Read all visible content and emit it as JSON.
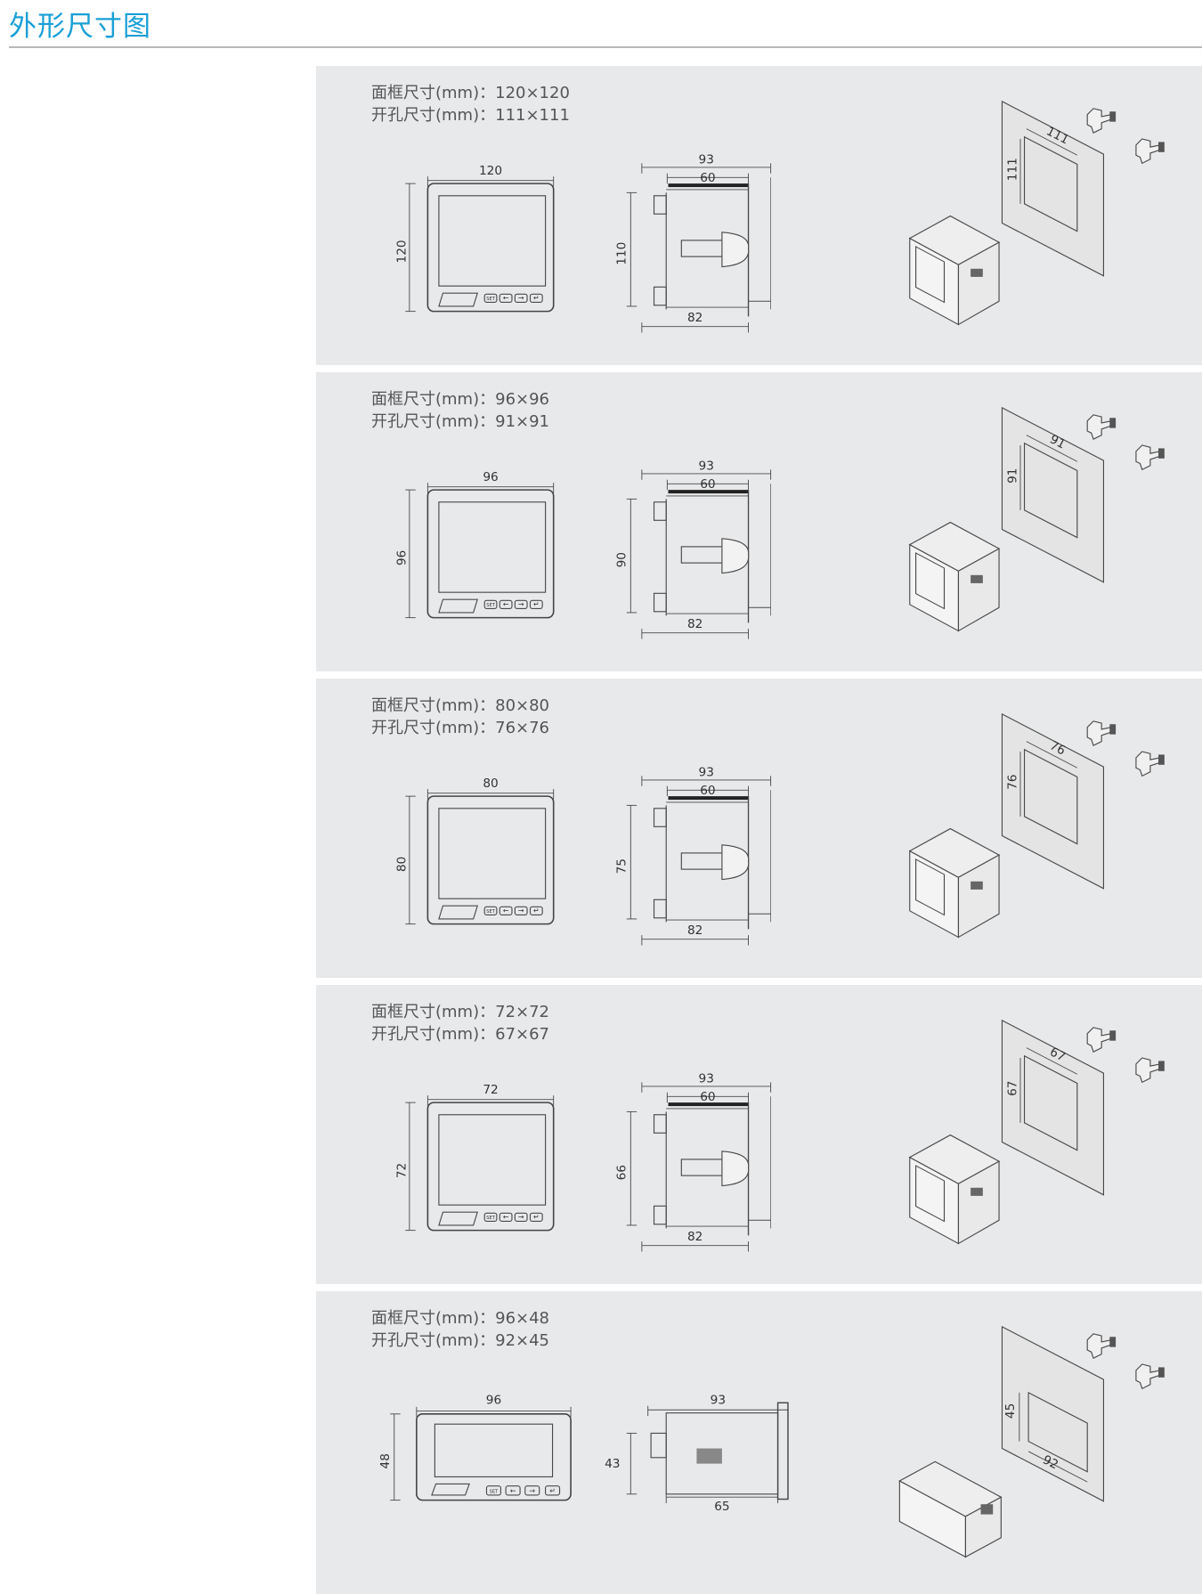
{
  "page_title": "外形尺寸图",
  "button_labels": [
    "SET",
    "←",
    "→",
    "↵"
  ],
  "panels": [
    {
      "frame": "面框尺寸(mm)：120×120",
      "cutout": "开孔尺寸(mm)：111×111",
      "front_w": "120",
      "front_h": "120",
      "side_depth": "93",
      "side_inner": "60",
      "side_body": "82",
      "side_h": "110",
      "cut_w": "111",
      "cut_h": "111",
      "kind": "square"
    },
    {
      "frame": "面框尺寸(mm)：96×96",
      "cutout": "开孔尺寸(mm)：91×91",
      "front_w": "96",
      "front_h": "96",
      "side_depth": "93",
      "side_inner": "60",
      "side_body": "82",
      "side_h": "90",
      "cut_w": "91",
      "cut_h": "91",
      "kind": "square"
    },
    {
      "frame": "面框尺寸(mm)：80×80",
      "cutout": "开孔尺寸(mm)：76×76",
      "front_w": "80",
      "front_h": "80",
      "side_depth": "93",
      "side_inner": "60",
      "side_body": "82",
      "side_h": "75",
      "cut_w": "76",
      "cut_h": "76",
      "kind": "square"
    },
    {
      "frame": "面框尺寸(mm)：72×72",
      "cutout": "开孔尺寸(mm)：67×67",
      "front_w": "72",
      "front_h": "72",
      "side_depth": "93",
      "side_inner": "60",
      "side_body": "82",
      "side_h": "66",
      "cut_w": "67",
      "cut_h": "67",
      "kind": "square"
    },
    {
      "frame": "面框尺寸(mm)：96×48",
      "cutout": "开孔尺寸(mm)：92×45",
      "front_w": "96",
      "front_h": "48",
      "side_depth": "93",
      "side_body": "65",
      "side_h": "43",
      "cut_w": "92",
      "cut_h": "45",
      "kind": "wide"
    }
  ]
}
